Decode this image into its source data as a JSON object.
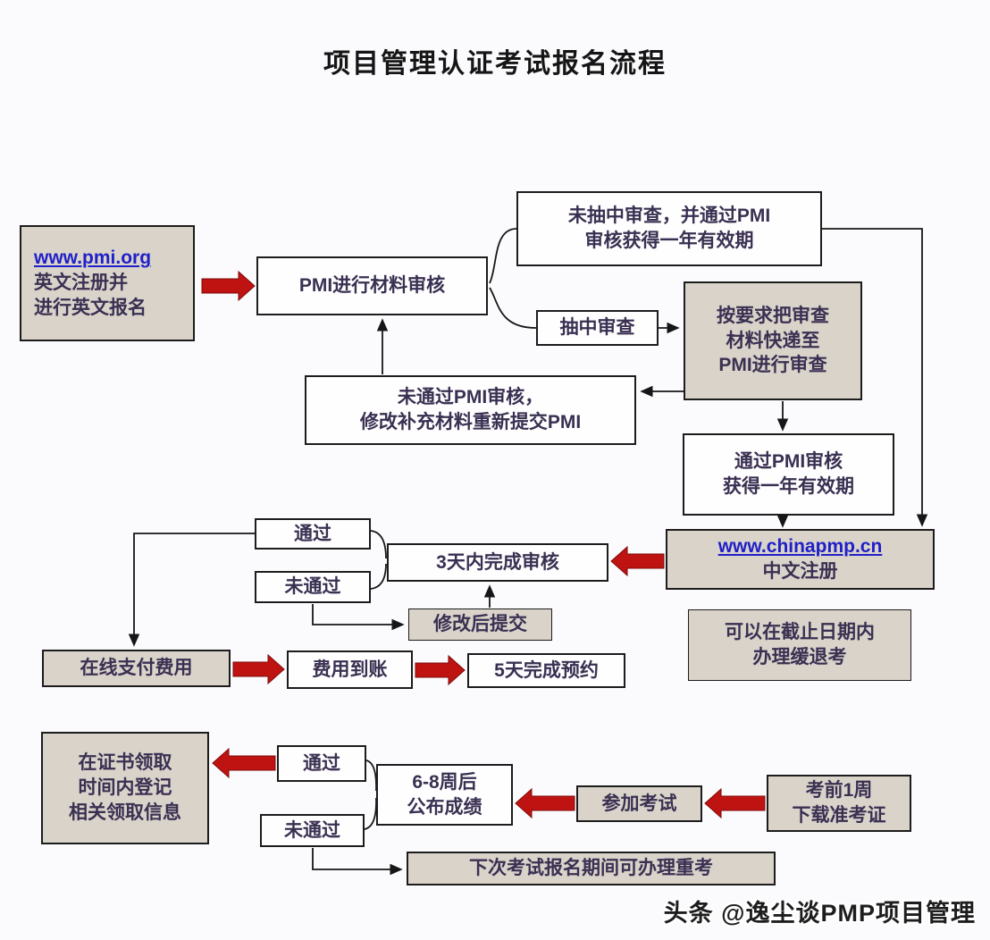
{
  "title": "项目管理认证考试报名流程",
  "nodes": {
    "pmi_org": {
      "link": "www.pmi.org",
      "line1": "英文注册并",
      "line2": "进行英文报名"
    },
    "pmi_review": {
      "text": "PMI进行材料审核"
    },
    "not_selected": {
      "line1": "未抽中审查，并通过PMI",
      "line2": "审核获得一年有效期"
    },
    "selected": {
      "text": "抽中审查"
    },
    "courier": {
      "line1": "按要求把审查",
      "line2": "材料快递至",
      "line3": "PMI进行审查"
    },
    "fail_pmi": {
      "line1": "未通过PMI审核，",
      "line2": "修改补充材料重新提交PMI"
    },
    "pass_pmi": {
      "line1": "通过PMI审核",
      "line2": "获得一年有效期"
    },
    "chinapmp": {
      "link": "www.chinapmp.cn",
      "line1": "中文注册"
    },
    "defer": {
      "line1": "可以在截止日期内",
      "line2": "办理缓退考"
    },
    "pass_mid": {
      "text": "通过"
    },
    "fail_mid": {
      "text": "未通过"
    },
    "three_days": {
      "text": "3天内完成审核"
    },
    "resubmit": {
      "text": "修改后提交"
    },
    "pay": {
      "text": "在线支付费用"
    },
    "fee": {
      "text": "费用到账"
    },
    "five_days": {
      "text": "5天完成预约"
    },
    "cert": {
      "line1": "在证书领取",
      "line2": "时间内登记",
      "line3": "相关领取信息"
    },
    "pass_bottom": {
      "text": "通过"
    },
    "fail_bottom": {
      "text": "未通过"
    },
    "score": {
      "line1": "6-8周后",
      "line2": "公布成绩"
    },
    "exam": {
      "text": "参加考试"
    },
    "admit": {
      "line1": "考前1周",
      "line2": "下载准考证"
    },
    "retake": {
      "text": "下次考试报名期间可办理重考"
    }
  },
  "watermark": "头条 @逸尘谈PMP项目管理",
  "colors": {
    "arrow_red": "#bf1311",
    "box_shaded": "#d9d3ca",
    "link_blue": "#2020c8",
    "line_black": "#161616",
    "text_dark": "#3a3052"
  }
}
